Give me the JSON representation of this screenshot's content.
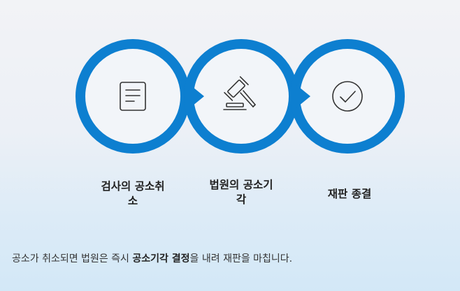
{
  "colors": {
    "ring_blue": "#0d7fd0",
    "icon_stroke": "#333333"
  },
  "steps": [
    {
      "icon": "document-icon",
      "label_line1": "검사의 공소취",
      "label_line2": "소"
    },
    {
      "icon": "gavel-icon",
      "label_line1": "법원의 공소기",
      "label_line2": "각"
    },
    {
      "icon": "check-circle-icon",
      "label_line1": "재판 종결",
      "label_line2": ""
    }
  ],
  "caption": {
    "before": "공소가 취소되면 법원은 즉시 ",
    "bold": "공소기각 결정",
    "after": "을 내려 재판을 마칩니다."
  }
}
